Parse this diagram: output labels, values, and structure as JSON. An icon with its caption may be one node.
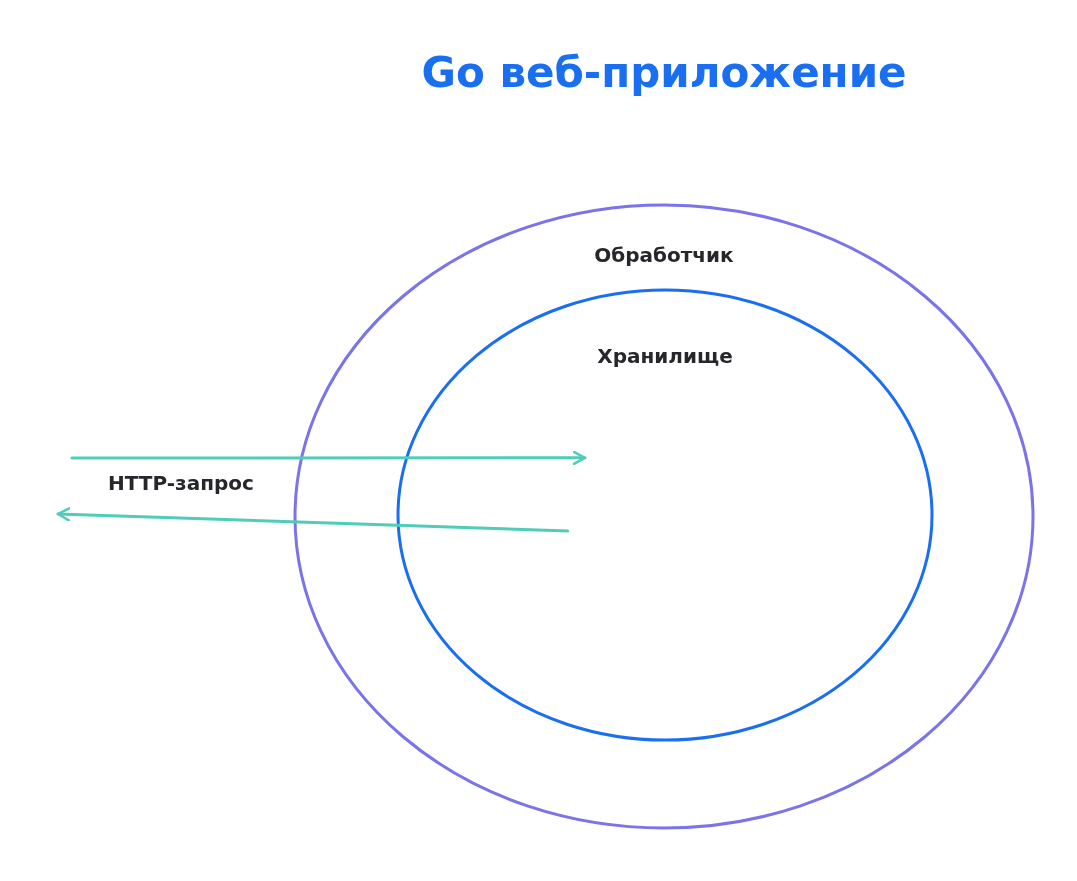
{
  "diagram": {
    "title": "Go веб-приложение",
    "nodes": [
      {
        "text": [
          "Обработчик"
        ]
      },
      {
        "text": [
          "Хранилище"
        ],
        "in": 0
      }
    ],
    "edges": [
      {
        "from": null,
        "to": 1,
        "arrow": "to",
        "label": "HTTP-запрос"
      },
      {
        "from": 1,
        "to": null,
        "arrow": "to"
      }
    ]
  }
}
